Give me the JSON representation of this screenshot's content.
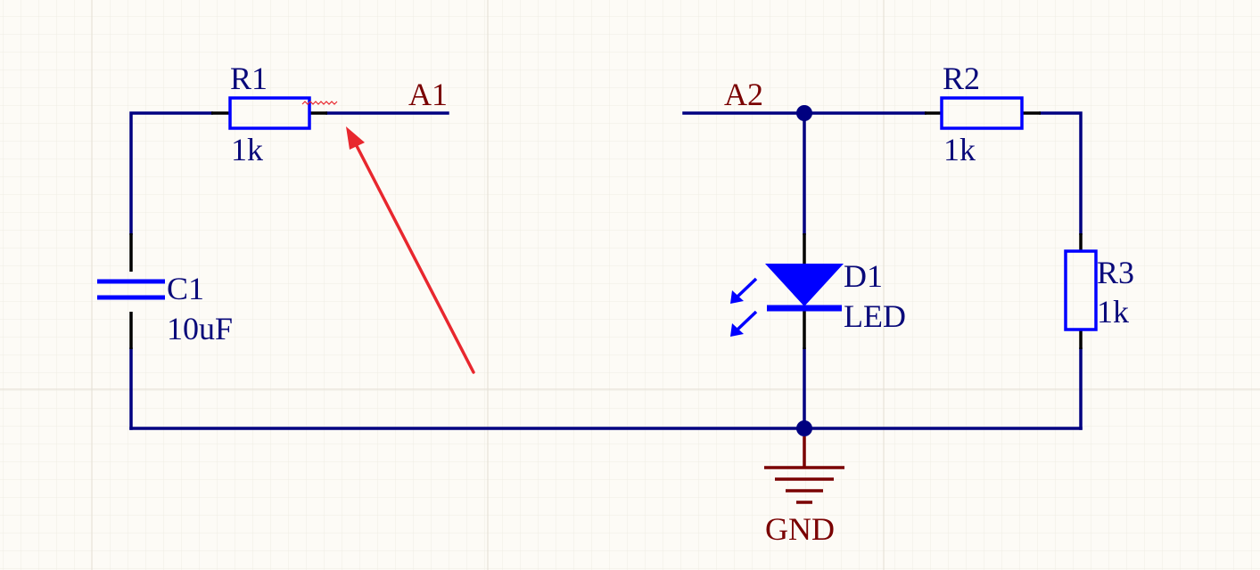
{
  "colors": {
    "background": "#fdfbf6",
    "grid_minor": "#efece4",
    "grid_major": "#e2ded3",
    "wire": "#000080",
    "body": "#0000ff",
    "pin": "#000000",
    "net_label": "#800000",
    "power_port": "#800000",
    "annotation_arrow": "#e8272e",
    "error_squiggle": "#e8272e"
  },
  "components": {
    "r1": {
      "designator": "R1",
      "value": "1k",
      "type": "resistor"
    },
    "r2": {
      "designator": "R2",
      "value": "1k",
      "type": "resistor"
    },
    "r3": {
      "designator": "R3",
      "value": "1k",
      "type": "resistor"
    },
    "c1": {
      "designator": "C1",
      "value": "10uF",
      "type": "capacitor"
    },
    "d1": {
      "designator": "D1",
      "value": "LED",
      "type": "led"
    }
  },
  "net_labels": {
    "a1": "A1",
    "a2": "A2"
  },
  "power_ports": {
    "gnd": "GND"
  },
  "icons": {
    "ground": "ground-symbol-icon",
    "led_emission": "led-light-arrows-icon",
    "annotation": "red-arrow-icon",
    "error": "error-squiggle-icon"
  }
}
